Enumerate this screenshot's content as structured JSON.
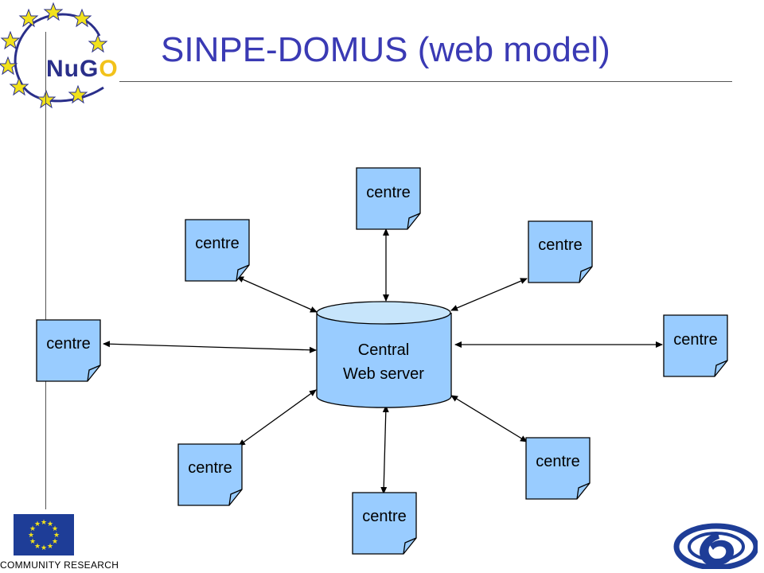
{
  "title": "SINPE-DOMUS (web model)",
  "logo": {
    "main": "NuG",
    "accent": "O"
  },
  "server": {
    "line1": "Central",
    "line2": "Web server"
  },
  "nodes": [
    {
      "label": "centre"
    },
    {
      "label": "centre"
    },
    {
      "label": "centre"
    },
    {
      "label": "centre"
    },
    {
      "label": "centre"
    },
    {
      "label": "centre"
    },
    {
      "label": "centre"
    },
    {
      "label": "centre"
    }
  ],
  "footer": {
    "eu_caption": "COMMUNITY RESEARCH"
  },
  "colors": {
    "title": "#3a3ab4",
    "node_fill": "#99ccff",
    "server_top": "#c7e5fb",
    "logo_blue": "#2a2f8a",
    "logo_yellow": "#f2c21b",
    "eu_blue": "#1e3d97"
  }
}
